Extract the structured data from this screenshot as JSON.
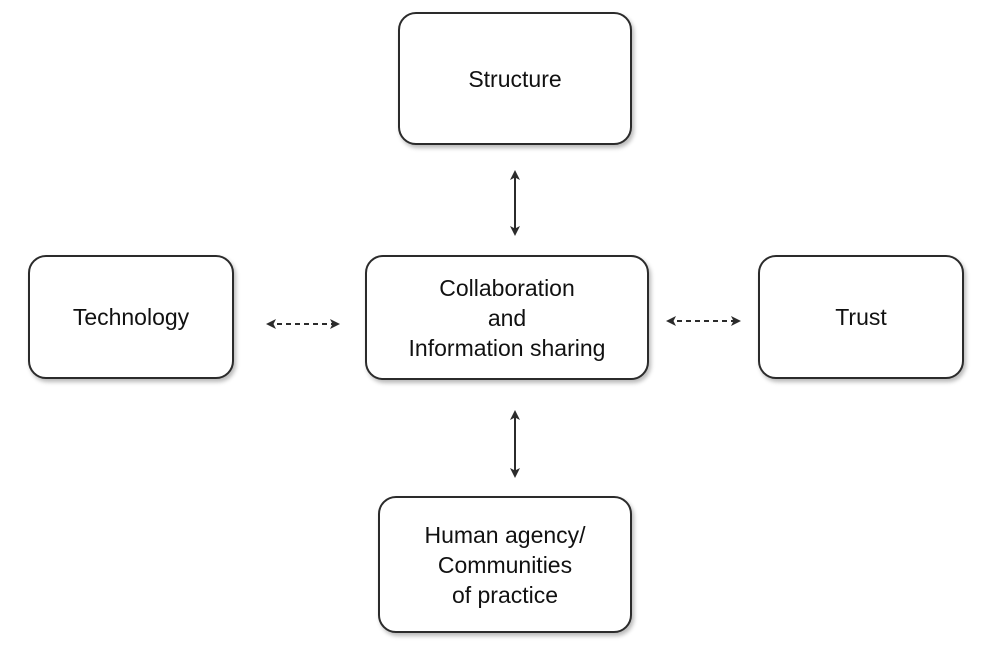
{
  "diagram": {
    "nodes": {
      "structure": {
        "lines": [
          "Structure"
        ]
      },
      "technology": {
        "lines": [
          "Technology"
        ]
      },
      "collaboration": {
        "lines": [
          "Collaboration",
          "and",
          "Information sharing"
        ]
      },
      "trust": {
        "lines": [
          "Trust"
        ]
      },
      "human": {
        "lines": [
          "Human agency/",
          "Communities",
          "of practice"
        ]
      }
    },
    "edges": [
      {
        "from": "structure",
        "to": "collaboration",
        "style": "solid",
        "direction": "both"
      },
      {
        "from": "human",
        "to": "collaboration",
        "style": "solid",
        "direction": "both"
      },
      {
        "from": "technology",
        "to": "collaboration",
        "style": "dashed",
        "direction": "both"
      },
      {
        "from": "trust",
        "to": "collaboration",
        "style": "dashed",
        "direction": "both"
      }
    ],
    "colors": {
      "stroke": "#2b2b2b",
      "text": "#111111",
      "background": "#ffffff"
    }
  }
}
